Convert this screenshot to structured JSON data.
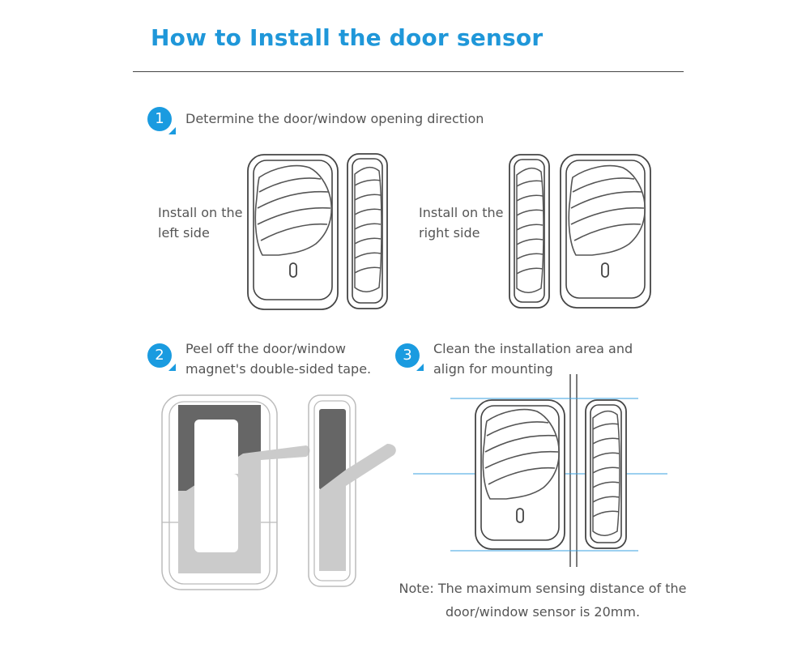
{
  "title": "How to Install the door sensor",
  "steps": [
    {
      "number": "1",
      "text_line1": "Determine the door/window opening direction",
      "text_line2": ""
    },
    {
      "number": "2",
      "text_line1": "Peel off the door/window",
      "text_line2": "magnet's double-sided tape."
    },
    {
      "number": "3",
      "text_line1": "Clean the installation area and",
      "text_line2": "align for mounting"
    }
  ],
  "labels": {
    "left_line1": "Install on the",
    "left_line2": "left side",
    "right_line1": "Install on the",
    "right_line2": "right side",
    "indicator": "0"
  },
  "note": {
    "line1": "Note: The maximum sensing distance of the",
    "line2": "door/window sensor is 20mm."
  },
  "colors": {
    "title": "#1f97d9",
    "badge": "#1a9be0",
    "guide_lines": "#3aa0e0",
    "tape_dark": "#666666",
    "tape_light": "#cccccc"
  }
}
